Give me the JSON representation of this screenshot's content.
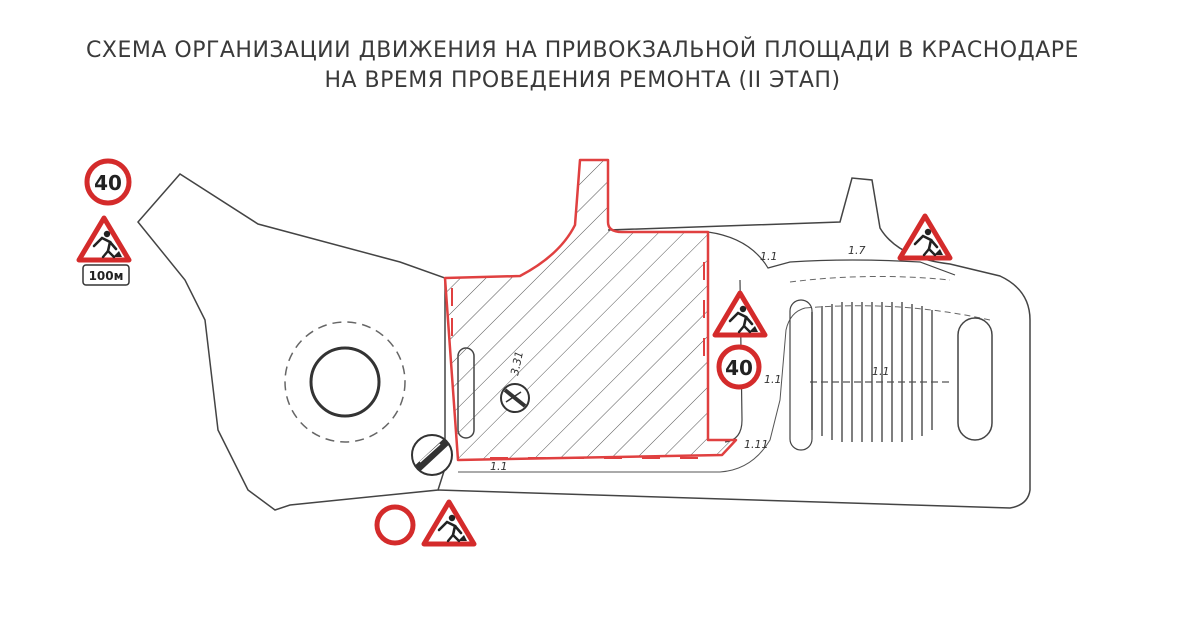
{
  "title": {
    "line1": "СХЕМА ОРГАНИЗАЦИИ ДВИЖЕНИЯ НА ПРИВОКЗАЛЬНОЙ ПЛОЩАДИ В КРАСНОДАРЕ",
    "line2": "НА ВРЕМЯ ПРОВЕДЕНИЯ РЕМОНТА (II ЭТАП)"
  },
  "signs": {
    "speed_limit_value": "40",
    "distance_plate": "100м",
    "no_entry_code": "3.31"
  },
  "markings": {
    "m1": "1.1",
    "m2": "1.7",
    "m3": "1.1",
    "m4": "1.1",
    "m5": "1.11",
    "m6": "1.1"
  },
  "colors": {
    "sign_red": "#d42b2b",
    "zone_outline": "#e04040",
    "line": "#444444"
  }
}
